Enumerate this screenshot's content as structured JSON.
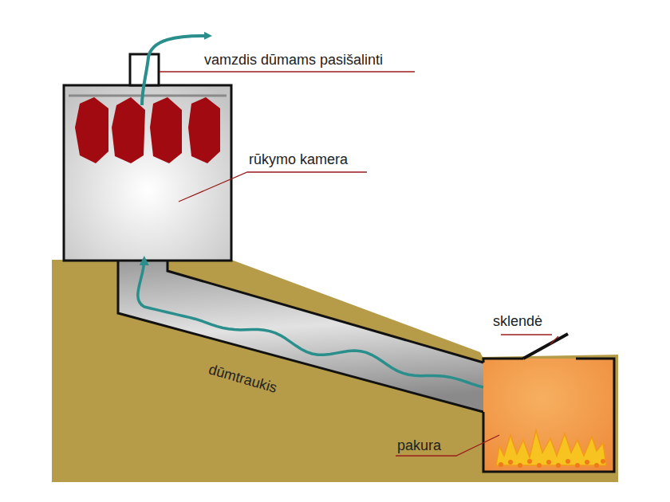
{
  "diagram": {
    "nodes": [
      {
        "text": [
          "rūkymo kamera"
        ]
      },
      {
        "text": [
          "pakura"
        ]
      }
    ],
    "edges": [
      {
        "from": 1,
        "to": 0,
        "arrow": "to"
      }
    ],
    "labels": [
      "vamzdis dūmams pasišalinti",
      "sklendė",
      "dūmtraukis"
    ]
  }
}
